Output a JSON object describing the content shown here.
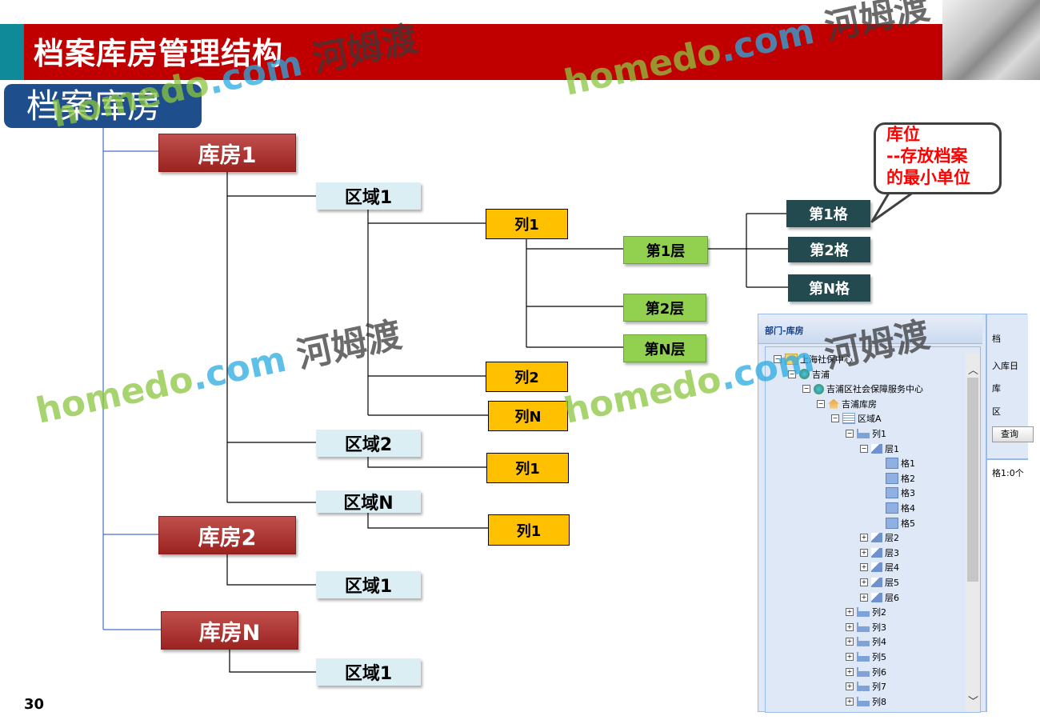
{
  "header": {
    "title": "档案库房管理结构"
  },
  "root": {
    "label": "档案库房"
  },
  "nodes": {
    "warehouse1": "库房1",
    "warehouse2": "库房2",
    "warehouseN": "库房N",
    "w1_area1": "区域1",
    "w1_area2": "区域2",
    "w1_areaN": "区域N",
    "w2_area1": "区域1",
    "wN_area1": "区域1",
    "a1_col1": "列1",
    "a1_col2": "列2",
    "a1_colN": "列N",
    "a2_col1": "列1",
    "aN_col1": "列1",
    "layer1": "第1层",
    "layer2": "第2层",
    "layerN": "第N层",
    "cell1": "第1格",
    "cell2": "第2格",
    "cellN": "第N格"
  },
  "callout": {
    "text": "库位\n--存放档案\n的最小单位"
  },
  "page_number": "30",
  "app": {
    "panel_title": "部门-库房",
    "tree": [
      {
        "label": "上海社保中心",
        "level": 0,
        "toggle": "−",
        "icon": "folder"
      },
      {
        "label": "吉浦",
        "level": 1,
        "toggle": "−",
        "icon": "globe"
      },
      {
        "label": "吉浦区社会保障服务中心",
        "level": 2,
        "toggle": "−",
        "icon": "globe"
      },
      {
        "label": "吉浦库房",
        "level": 3,
        "toggle": "−",
        "icon": "house"
      },
      {
        "label": "区域A",
        "level": 4,
        "toggle": "−",
        "icon": "list"
      },
      {
        "label": "列1",
        "level": 5,
        "toggle": "−",
        "icon": "column"
      },
      {
        "label": "层1",
        "level": 6,
        "toggle": "−",
        "icon": "layer"
      },
      {
        "label": "格1",
        "level": 7,
        "toggle": "",
        "icon": "cell"
      },
      {
        "label": "格2",
        "level": 7,
        "toggle": "",
        "icon": "cell"
      },
      {
        "label": "格3",
        "level": 7,
        "toggle": "",
        "icon": "cell"
      },
      {
        "label": "格4",
        "level": 7,
        "toggle": "",
        "icon": "cell"
      },
      {
        "label": "格5",
        "level": 7,
        "toggle": "",
        "icon": "cell"
      },
      {
        "label": "层2",
        "level": 6,
        "toggle": "+",
        "icon": "layer"
      },
      {
        "label": "层3",
        "level": 6,
        "toggle": "+",
        "icon": "layer"
      },
      {
        "label": "层4",
        "level": 6,
        "toggle": "+",
        "icon": "layer"
      },
      {
        "label": "层5",
        "level": 6,
        "toggle": "+",
        "icon": "layer"
      },
      {
        "label": "层6",
        "level": 6,
        "toggle": "+",
        "icon": "layer"
      },
      {
        "label": "列2",
        "level": 5,
        "toggle": "+",
        "icon": "column"
      },
      {
        "label": "列3",
        "level": 5,
        "toggle": "+",
        "icon": "column"
      },
      {
        "label": "列4",
        "level": 5,
        "toggle": "+",
        "icon": "column"
      },
      {
        "label": "列5",
        "level": 5,
        "toggle": "+",
        "icon": "column"
      },
      {
        "label": "列6",
        "level": 5,
        "toggle": "+",
        "icon": "column"
      },
      {
        "label": "列7",
        "level": 5,
        "toggle": "+",
        "icon": "column"
      },
      {
        "label": "列8",
        "level": 5,
        "toggle": "+",
        "icon": "column"
      }
    ],
    "right_labels": [
      "档",
      "入库日",
      "库",
      "区"
    ],
    "query_button": "查询",
    "result_text": "格1:0个"
  },
  "watermark": {
    "en": "homedo",
    "dot": ".com",
    "cn": "河姆渡"
  },
  "colors": {
    "header_red": "#c00000",
    "root_blue": "#1f4e8c",
    "column_yellow": "#ffc000",
    "layer_green": "#92d050",
    "cell_teal": "#234a4e",
    "callout_red": "#ff0000"
  }
}
